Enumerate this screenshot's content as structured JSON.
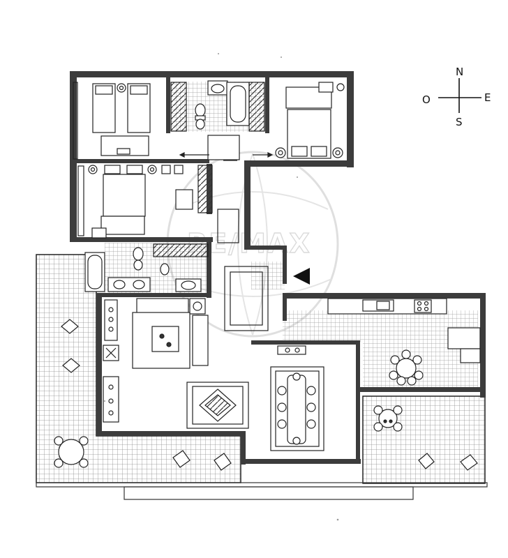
{
  "compass": {
    "north": "N",
    "south": "S",
    "east": "E",
    "west": "O"
  },
  "watermark": {
    "text": "RE/MAX"
  },
  "colors": {
    "wall": "#3c3c3c",
    "line": "#222222",
    "tile": "#9a9a9a",
    "paper": "#ffffff",
    "watermark": "#d7d7d7"
  }
}
